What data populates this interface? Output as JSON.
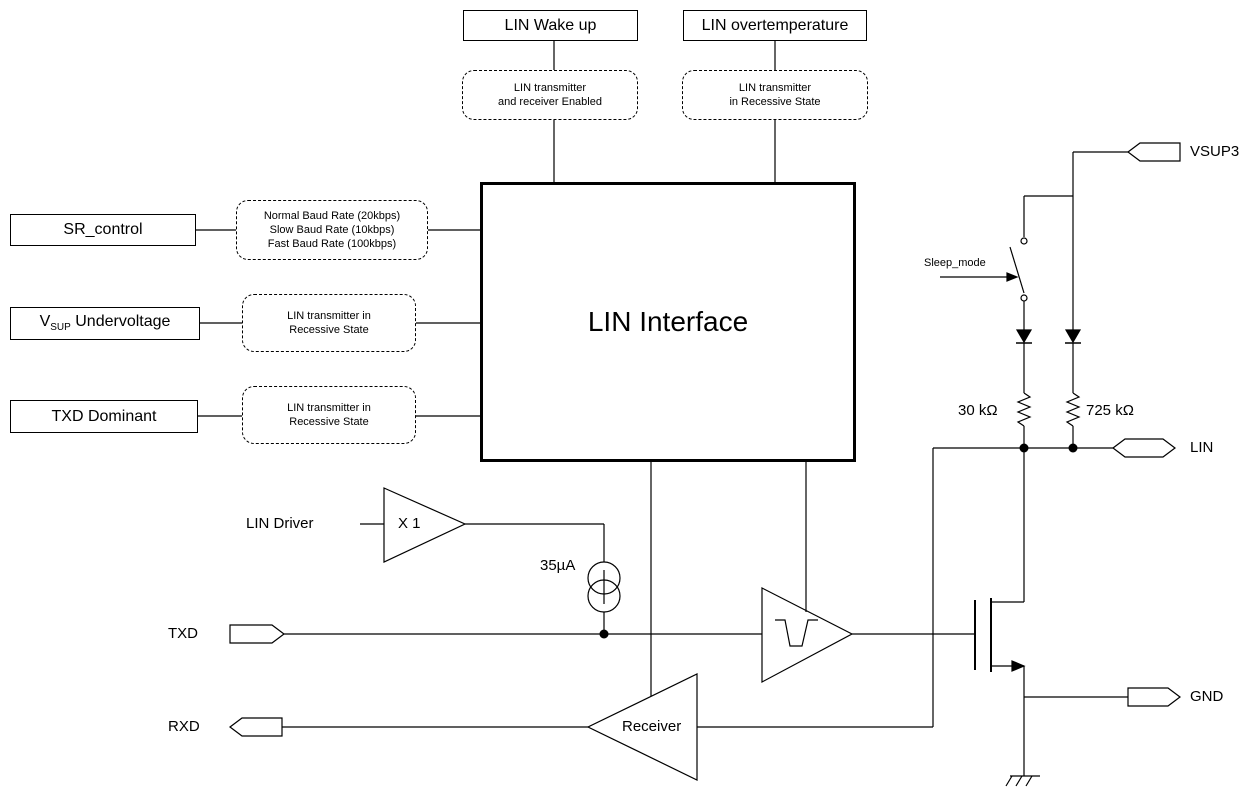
{
  "top_boxes": {
    "wake_up": "LIN Wake up",
    "overtemp": "LIN overtemperature",
    "wake_note": [
      "LIN transmitter",
      "and receiver Enabled"
    ],
    "overtemp_note": [
      "LIN transmitter",
      "in Recessive State"
    ]
  },
  "left_boxes": {
    "sr_control": "SR_control",
    "vsup_main": "V",
    "vsup_sub": "SUP",
    "vsup_rest": " Undervoltage",
    "txd_dominant": "TXD Dominant",
    "sr_note": [
      "Normal Baud Rate (20kbps)",
      "Slow Baud Rate (10kbps)",
      "Fast Baud Rate (100kbps)"
    ],
    "vsup_note": [
      "LIN transmitter in",
      "Recessive State"
    ],
    "txd_note": [
      "LIN transmitter in",
      "Recessive State"
    ]
  },
  "main_block": "LIN Interface",
  "driver": {
    "lin_driver_label": "LIN Driver",
    "buffer_label": "X 1",
    "current_label": "35µA",
    "receiver_label": "Receiver"
  },
  "pins": {
    "txd": "TXD",
    "rxd": "RXD",
    "vsup3": "VSUP3",
    "lin": "LIN",
    "gnd": "GND"
  },
  "components": {
    "sleep_mode": "Sleep_mode",
    "r1": "30 kΩ",
    "r2": "725 kΩ"
  }
}
